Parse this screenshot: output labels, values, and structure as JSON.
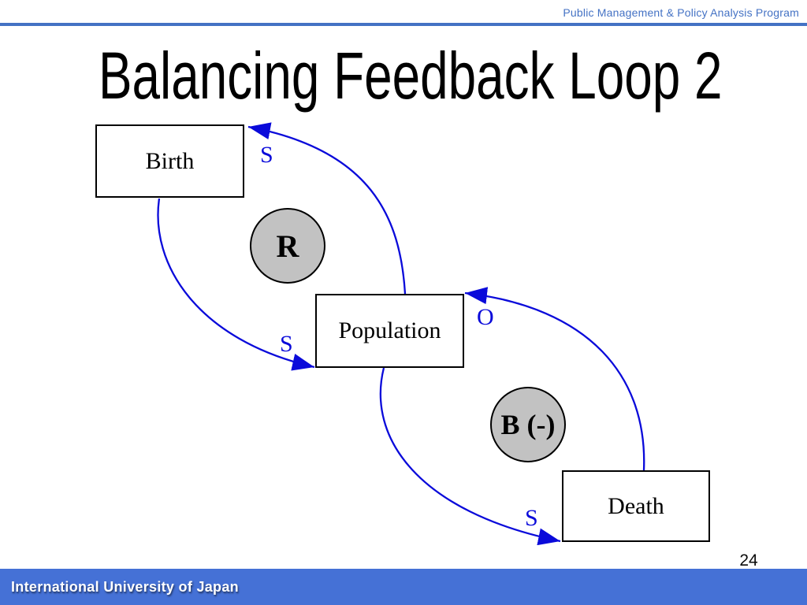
{
  "header": {
    "program": "Public Management & Policy Analysis Program"
  },
  "title": "Balancing Feedback Loop 2",
  "diagram": {
    "nodes": [
      {
        "id": "birth",
        "label": "Birth"
      },
      {
        "id": "population",
        "label": "Population"
      },
      {
        "id": "death",
        "label": "Death"
      }
    ],
    "loops": [
      {
        "id": "reinforcing",
        "label": "R"
      },
      {
        "id": "balancing",
        "label": "B (-)"
      }
    ],
    "link_labels": [
      {
        "id": "birth-to-population",
        "label": "S"
      },
      {
        "id": "population-to-birth",
        "label": "S"
      },
      {
        "id": "death-to-population",
        "label": "O"
      },
      {
        "id": "population-to-death",
        "label": "S"
      }
    ]
  },
  "page_number": "24",
  "footer": {
    "institution": "International University of Japan"
  },
  "colors": {
    "accent_blue": "#4472c4",
    "footer_blue": "#4571d6",
    "link_blue": "#0a0ada",
    "loop_gray": "#c2c2c2"
  }
}
